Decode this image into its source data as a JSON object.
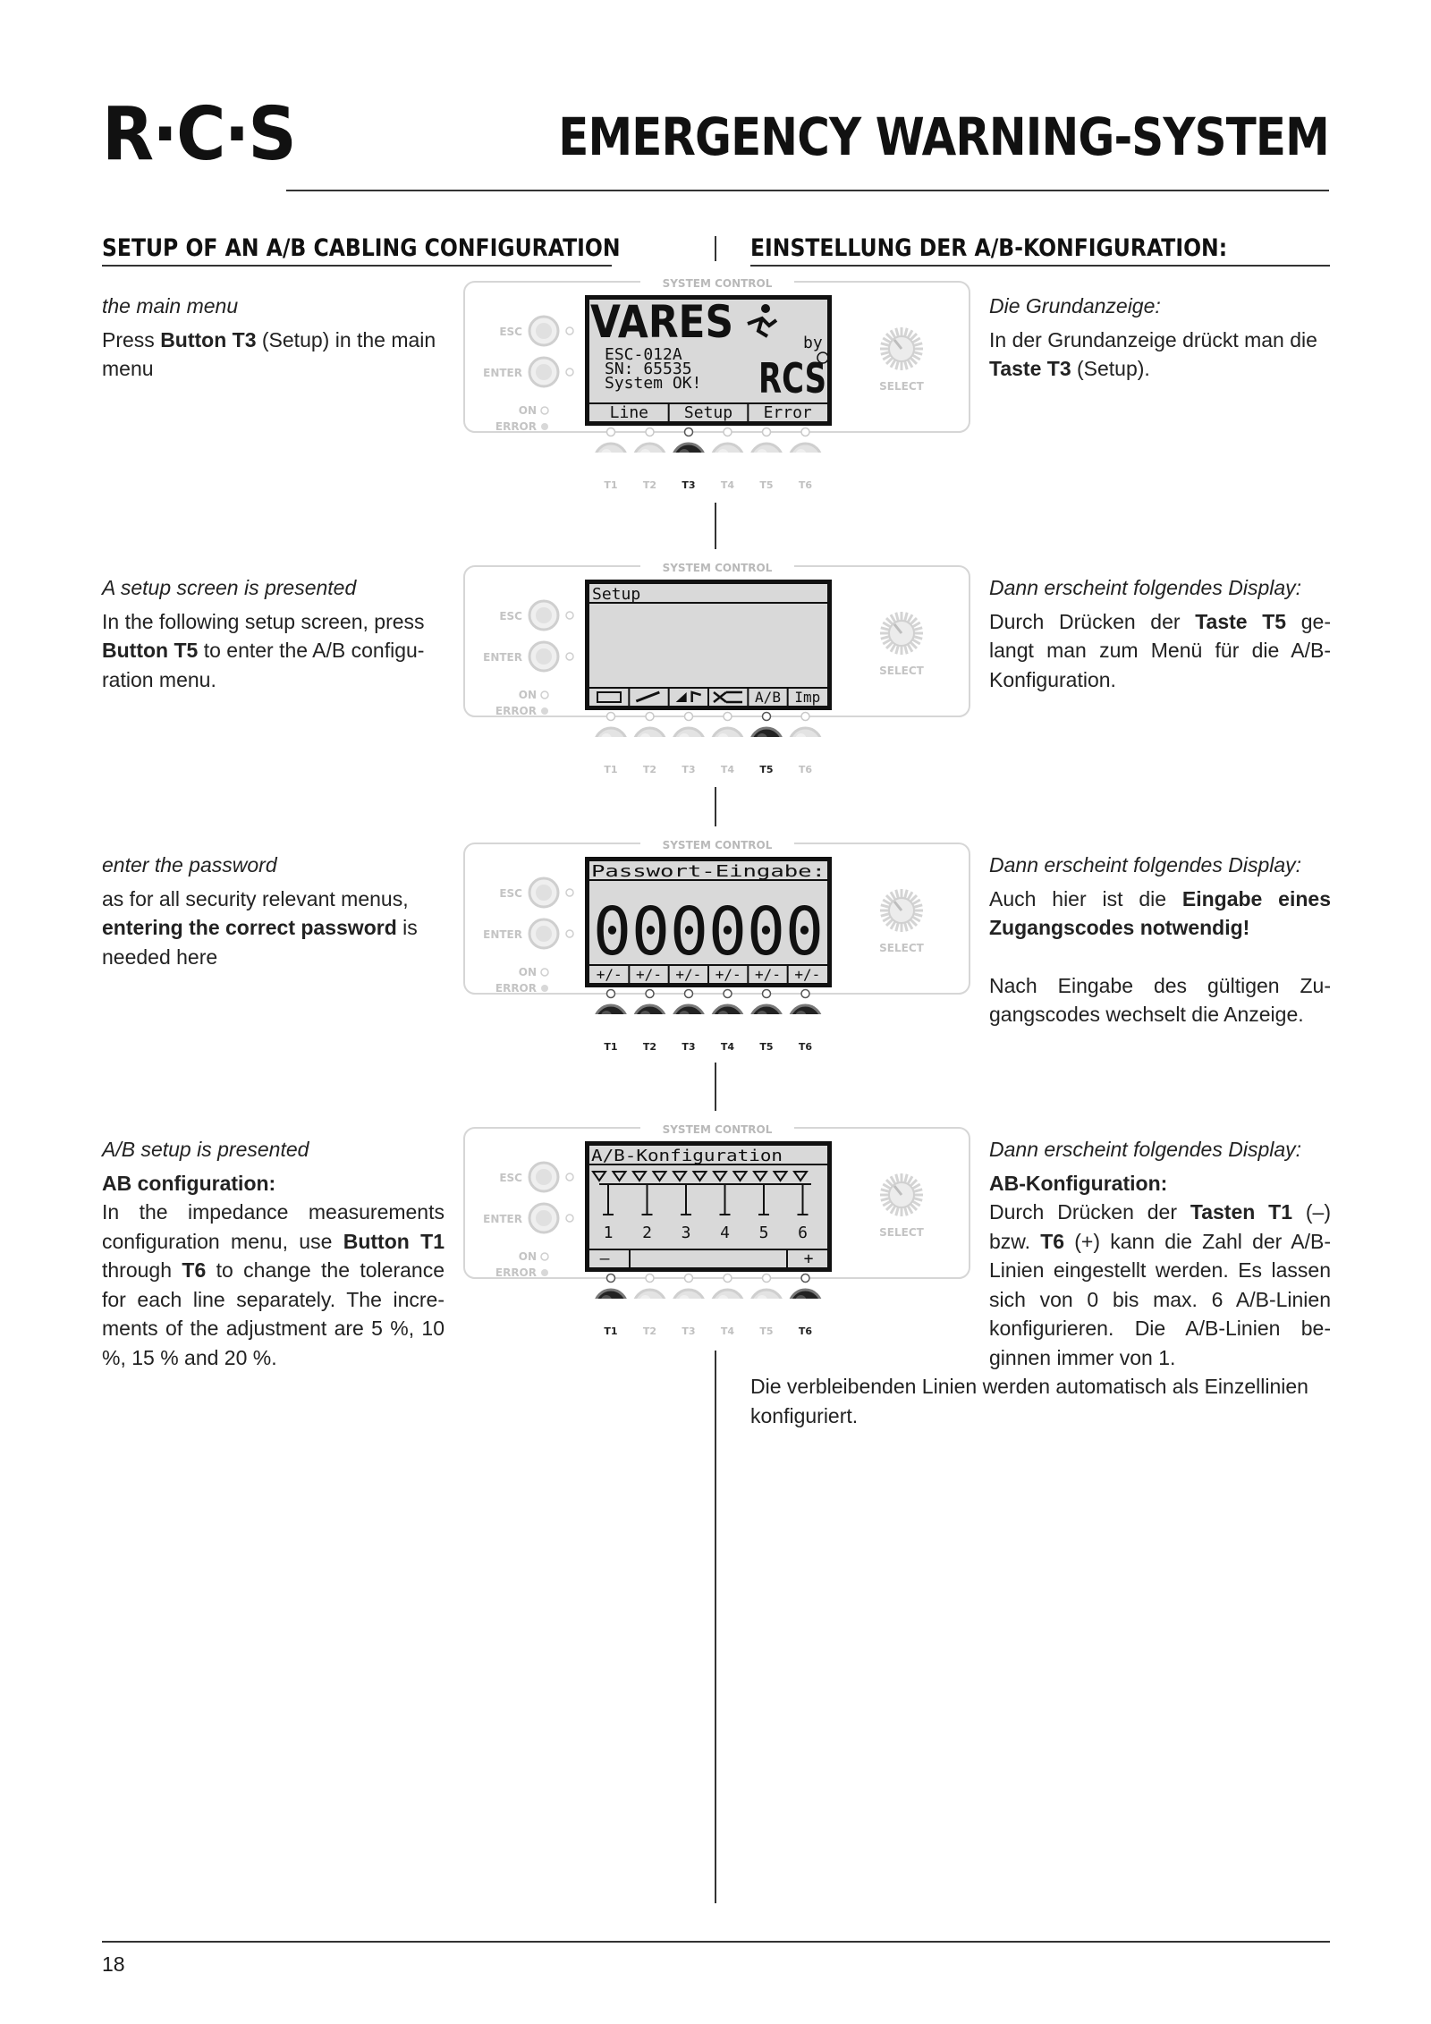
{
  "header": {
    "logo": "R·C·S",
    "title": "EMERGENCY WARNING-SYSTEM"
  },
  "sections": {
    "left": "SETUP OF AN A/B CABLING CONFIGURATION",
    "right": "EINSTELLUNG DER A/B-KONFIGURATION:"
  },
  "panel_labels": {
    "system_control": "SYSTEM CONTROL",
    "esc": "ESC",
    "enter": "ENTER",
    "on": "ON",
    "error": "ERROR",
    "select": "SELECT",
    "buttons": [
      "T1",
      "T2",
      "T3",
      "T4",
      "T5",
      "T6"
    ]
  },
  "steps": [
    {
      "en": {
        "caption": "the main menu",
        "parts": [
          [
            "Press ",
            false
          ],
          [
            "Button T3",
            true
          ],
          [
            " (Setup) in the main menu",
            false
          ]
        ]
      },
      "de": {
        "caption": "Die Grundanzeige:",
        "parts": [
          [
            "In der Grundanzeige drückt man die ",
            false
          ],
          [
            "Taste T3",
            true
          ],
          [
            " (Setup).",
            false
          ]
        ]
      },
      "lcd": {
        "brand": "VARES",
        "by": "by",
        "lines": [
          "ESC-012A",
          "SN: 65535",
          "System OK!"
        ],
        "logo": "RCS",
        "softkeys": [
          "Line",
          "Setup",
          "Error"
        ]
      },
      "active": [
        3
      ]
    },
    {
      "en": {
        "caption": "A setup screen is presented",
        "parts": [
          [
            "In the following setup screen, press ",
            false
          ],
          [
            "Button T5",
            true
          ],
          [
            " to enter the A/B configu- ration menu.",
            false
          ]
        ]
      },
      "de": {
        "caption": "Dann erscheint folgendes Display:",
        "parts": [
          [
            "Durch Drücken der ",
            false
          ],
          [
            "Taste T5",
            true
          ],
          [
            " ge- langt man zum Menü für die A/B- Konfiguration.",
            false
          ]
        ]
      },
      "lcd": {
        "title": "Setup",
        "softkeys": [
          "",
          "",
          "",
          "",
          "A/B",
          "Imp"
        ]
      },
      "active": [
        5
      ]
    },
    {
      "en": {
        "caption": "enter the password",
        "parts": [
          [
            "as for all security relevant menus, ",
            false
          ],
          [
            "entering the correct password",
            true
          ],
          [
            " is needed here",
            false
          ]
        ]
      },
      "de": {
        "caption": "Dann erscheint folgendes Display:",
        "parts": [
          [
            "Auch hier ist die ",
            false
          ],
          [
            "Eingabe eines Zugangscodes notwendig!",
            true
          ]
        ],
        "extra": "Nach Eingabe des gültigen Zu- gangscodes wechselt die Anzeige."
      },
      "lcd": {
        "title": "Passwort-Eingabe:",
        "code": "000000",
        "softkeys": [
          "+/-",
          "+/-",
          "+/-",
          "+/-",
          "+/-",
          "+/-"
        ]
      },
      "active": [
        1,
        2,
        3,
        4,
        5,
        6
      ]
    },
    {
      "en": {
        "caption": "A/B setup is presented",
        "heading": "AB configuration:",
        "parts": [
          [
            "In the impedance measurements configuration menu, use ",
            false
          ],
          [
            "Button T1",
            true
          ],
          [
            " through ",
            false
          ],
          [
            "T6",
            true
          ],
          [
            " to change the tolerance for each line separately. The incre- ments of the adjustment are 5 %, 10 %, 15 % and 20 %.",
            false
          ]
        ]
      },
      "de": {
        "caption": "Dann erscheint folgendes Display:",
        "heading": "AB-Konfiguration:",
        "parts": [
          [
            "Durch Drücken der ",
            false
          ],
          [
            "Tasten T1",
            true
          ],
          [
            " (–) bzw. ",
            false
          ],
          [
            "T6",
            true
          ],
          [
            " (+) kann die Zahl der A/B- Linien eingestellt werden. Es lassen sich von 0 bis max. 6 A/B-Linien konfigurieren. Die A/B-Linien be- ginnen immer von 1.",
            false
          ]
        ]
      },
      "lcd": {
        "title": "A/B-Konfiguration",
        "numbers": [
          "1",
          "2",
          "3",
          "4",
          "5",
          "6"
        ],
        "minus": "–",
        "plus": "+"
      },
      "active": [
        1,
        6
      ]
    }
  ],
  "footnote": "Die verbleibenden Linien werden automatisch als Einzellinien konfiguriert.",
  "page_number": "18"
}
